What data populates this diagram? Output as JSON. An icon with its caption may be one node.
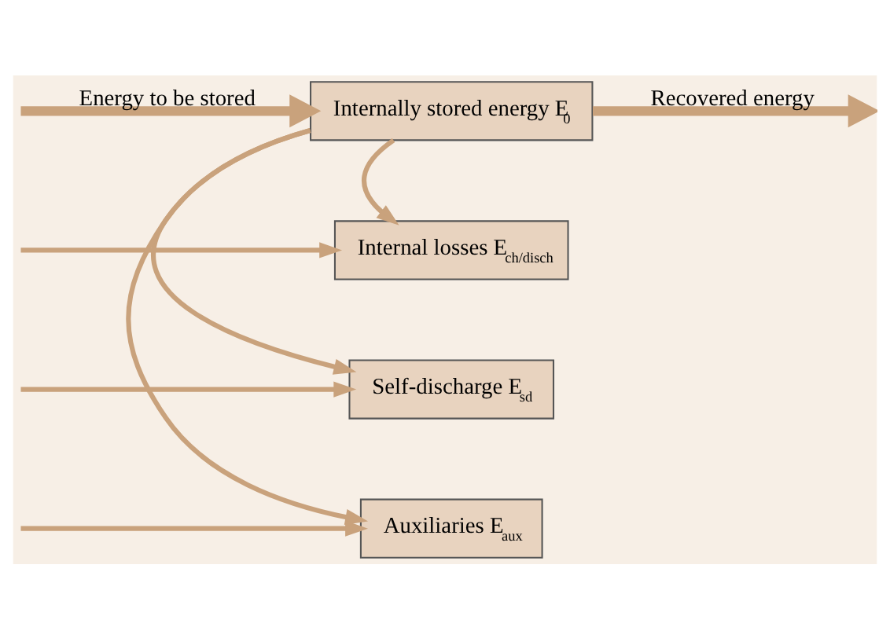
{
  "diagram": {
    "nodes": [
      {
        "text": [
          "Internally stored energy E$_{0}$"
        ]
      },
      {
        "text": [
          "Internal losses E$_{ch/disch}$"
        ]
      },
      {
        "text": [
          "Self-discharge E$_{sd}$"
        ]
      },
      {
        "text": [
          "Auxiliaries E$_{aux}$"
        ]
      }
    ],
    "edges": [
      {
        "from": null,
        "to": 0,
        "arrow": "to",
        "label": "Energy to be stored",
        "style": "thick"
      },
      {
        "from": null,
        "to": 1,
        "arrow": "to"
      },
      {
        "from": null,
        "to": 2,
        "arrow": "to"
      },
      {
        "from": null,
        "to": 3,
        "arrow": "to"
      },
      {
        "from": 0,
        "to": null,
        "arrow": "to",
        "label": "Recovered energy",
        "style": "thick"
      },
      {
        "from": 0,
        "to": 1,
        "arrow": "to"
      },
      {
        "from": 0,
        "to": 2,
        "arrow": "to"
      },
      {
        "from": 0,
        "to": 3,
        "arrow": "to"
      }
    ]
  }
}
